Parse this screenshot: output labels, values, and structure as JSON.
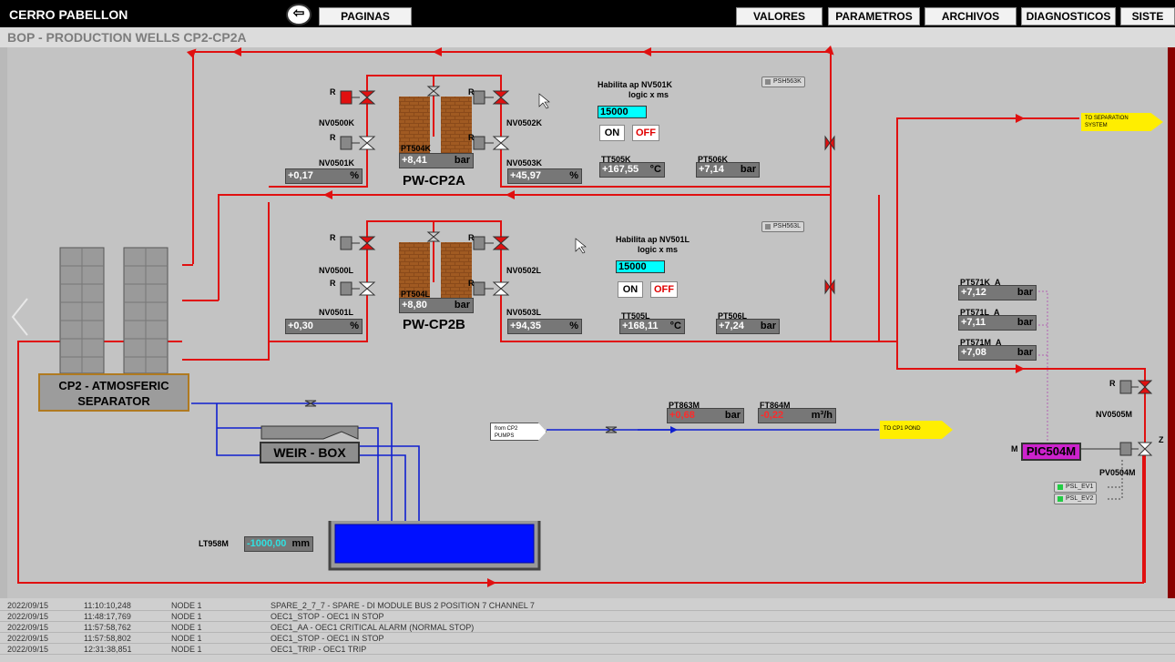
{
  "header": {
    "app_title": "CERRO PABELLON",
    "back_icon": "⇦",
    "nav_buttons": [
      "PAGINAS",
      "VALORES",
      "PARAMETROS",
      "ARCHIVOS",
      "DIAGNOSTICOS",
      "SISTE"
    ]
  },
  "page_title": "BOP - PRODUCTION WELLS CP2-CP2A",
  "wells": {
    "cp2a": {
      "name": "PW-CP2A",
      "valves": {
        "v500": "NV0500K",
        "v501": "NV0501K",
        "v502": "NV0502K",
        "v503": "NV0503K"
      },
      "nv0501_value": "+0,17",
      "nv0501_unit": "%",
      "nv0503_value": "+45,97",
      "nv0503_unit": "%",
      "pt504_label": "PT504K",
      "pt504_value": "+8,41",
      "pt504_unit": "bar",
      "tt505_label": "TT505K",
      "tt505_value": "+167,55",
      "tt505_unit": "°C",
      "pt506_label": "PT506K",
      "pt506_value": "+7,14",
      "pt506_unit": "bar",
      "habilita_line1": "Habilita  ap NV501K",
      "habilita_line2": "logic x ms",
      "logic_ms": "15000",
      "on_label": "ON",
      "off_label": "OFF",
      "psh_tag": "PSH563K"
    },
    "cp2b": {
      "name": "PW-CP2B",
      "valves": {
        "v500": "NV0500L",
        "v501": "NV0501L",
        "v502": "NV0502L",
        "v503": "NV0503L"
      },
      "nv0501_value": "+0,30",
      "nv0501_unit": "%",
      "nv0503_value": "+94,35",
      "nv0503_unit": "%",
      "pt504_label": "PT504L",
      "pt504_value": "+8,80",
      "pt504_unit": "bar",
      "tt505_label": "TT505L",
      "tt505_value": "+168,11",
      "tt505_unit": "°C",
      "pt506_label": "PT506L",
      "pt506_value": "+7,24",
      "pt506_unit": "bar",
      "habilita_line1": "Habilita  ap NV501L",
      "habilita_line2": "logic x ms",
      "logic_ms": "15000",
      "on_label": "ON",
      "off_label": "OFF",
      "psh_tag": "PSH563L"
    }
  },
  "separator": {
    "line1": "CP2  -  ATMOSFERIC",
    "line2": "SEPARATOR"
  },
  "weir_box": "WEIR - BOX",
  "lt958": {
    "label": "LT958M",
    "value": "-1000,00",
    "unit": "mm"
  },
  "pt863": {
    "label": "PT863M",
    "value": "+0,68",
    "unit": "bar"
  },
  "ft864": {
    "label": "FT864M",
    "value": "-0,22",
    "unit": "m³/h"
  },
  "from_pumps": {
    "line1": "from CP2",
    "line2": "PUMPS"
  },
  "to_pond": "TO CP1 POND",
  "to_separation": {
    "line1": "TO SEPARATION",
    "line2": "SYSTEM"
  },
  "right_side": {
    "pt571k": {
      "label": "PT571K_A",
      "value": "+7,12",
      "unit": "bar"
    },
    "pt571l": {
      "label": "PT571L_A",
      "value": "+7,11",
      "unit": "bar"
    },
    "pt571m": {
      "label": "PT571M_A",
      "value": "+7,08",
      "unit": "bar"
    },
    "nv0505": "NV0505M",
    "pv0504": "PV0504M",
    "pic": "PIC504M",
    "pic_mode": "M",
    "psl_ev1": "PSL_EV1",
    "psl_ev2": "PSL_EV2",
    "r_label": "R",
    "z_label": "Z"
  },
  "alarms": [
    {
      "date": "2022/09/15",
      "time": "11:10:10,248",
      "node": "NODE 1",
      "msg": "SPARE_2_7_7 - SPARE -  DI  MODULE BUS 2 POSITION 7 CHANNEL 7"
    },
    {
      "date": "2022/09/15",
      "time": "11:48:17,769",
      "node": "NODE 1",
      "msg": "OEC1_STOP - OEC1 IN STOP"
    },
    {
      "date": "2022/09/15",
      "time": "11:57:58,762",
      "node": "NODE 1",
      "msg": "OEC1_AA - OEC1 CRITICAL ALARM (NORMAL STOP)"
    },
    {
      "date": "2022/09/15",
      "time": "11:57:58,802",
      "node": "NODE 1",
      "msg": "OEC1_STOP - OEC1 IN STOP"
    },
    {
      "date": "2022/09/15",
      "time": "12:31:38,851",
      "node": "NODE 1",
      "msg": "OEC1_TRIP - OEC1 TRIP"
    }
  ],
  "colors": {
    "steam_pipe": "#e01010",
    "water_pipe": "#1020d0",
    "brine": "#0010ff",
    "pic_bg": "#cc22cc"
  }
}
